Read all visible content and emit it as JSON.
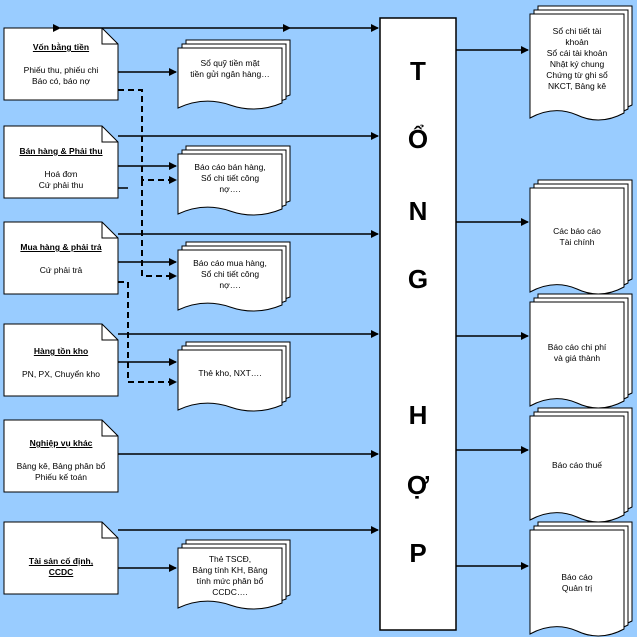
{
  "sources": [
    {
      "title": "Vốn bằng tiền",
      "lines": [
        "Phiếu thu, phiếu chi",
        "Báo có, báo nợ"
      ]
    },
    {
      "title": "Bán hàng & Phải thu",
      "lines": [
        "Hoá đơn",
        "Cứ phải thu"
      ]
    },
    {
      "title": "Mua hàng & phải trả",
      "lines": [
        "Cứ phải trả"
      ]
    },
    {
      "title": "Hàng tồn kho",
      "lines": [
        "PN, PX, Chuyển kho"
      ]
    },
    {
      "title": "Nghiệp vụ khác",
      "lines": [
        "Bảng kê, Bảng phân bổ",
        "Phiếu kế toán"
      ]
    },
    {
      "title": "Tài sản cố định,",
      "title2": "CCDC",
      "lines": []
    }
  ],
  "middle": [
    {
      "lines": [
        "Sổ quỹ tiền mặt",
        "tiền gửi ngân hàng…"
      ]
    },
    {
      "lines": [
        "Báo cáo bán hàng,",
        "Sổ chi tiết công",
        "nợ…."
      ]
    },
    {
      "lines": [
        "Báo cáo mua hàng,",
        "Sổ chi tiết công",
        "nợ…."
      ]
    },
    {
      "lines": [
        "Thẻ kho, NXT…."
      ]
    },
    {
      "lines": [
        "Thẻ TSCĐ,",
        "Bảng tính KH, Bảng",
        "tính mức phân bổ",
        "CCDC…."
      ]
    }
  ],
  "center": {
    "letters": [
      "T",
      "Ổ",
      "N",
      "G",
      "H",
      "Ợ",
      "P"
    ]
  },
  "outputs": [
    {
      "lines": [
        "Sổ chi tiết tài",
        "khoản",
        "Sổ cái tài khoản",
        "Nhật ký chung",
        "Chứng từ ghi sổ",
        "NKCT, Bảng kê"
      ]
    },
    {
      "lines": [
        "Các báo cáo",
        "Tài chính"
      ]
    },
    {
      "lines": [
        "Báo cáo chi phí",
        "và giá thành"
      ]
    },
    {
      "lines": [
        "Báo cáo thuế"
      ]
    },
    {
      "lines": [
        "Báo cáo",
        "Quản trị"
      ]
    }
  ],
  "colors": {
    "background": "#99ccff",
    "box": "#ffffff",
    "line": "#000000"
  }
}
